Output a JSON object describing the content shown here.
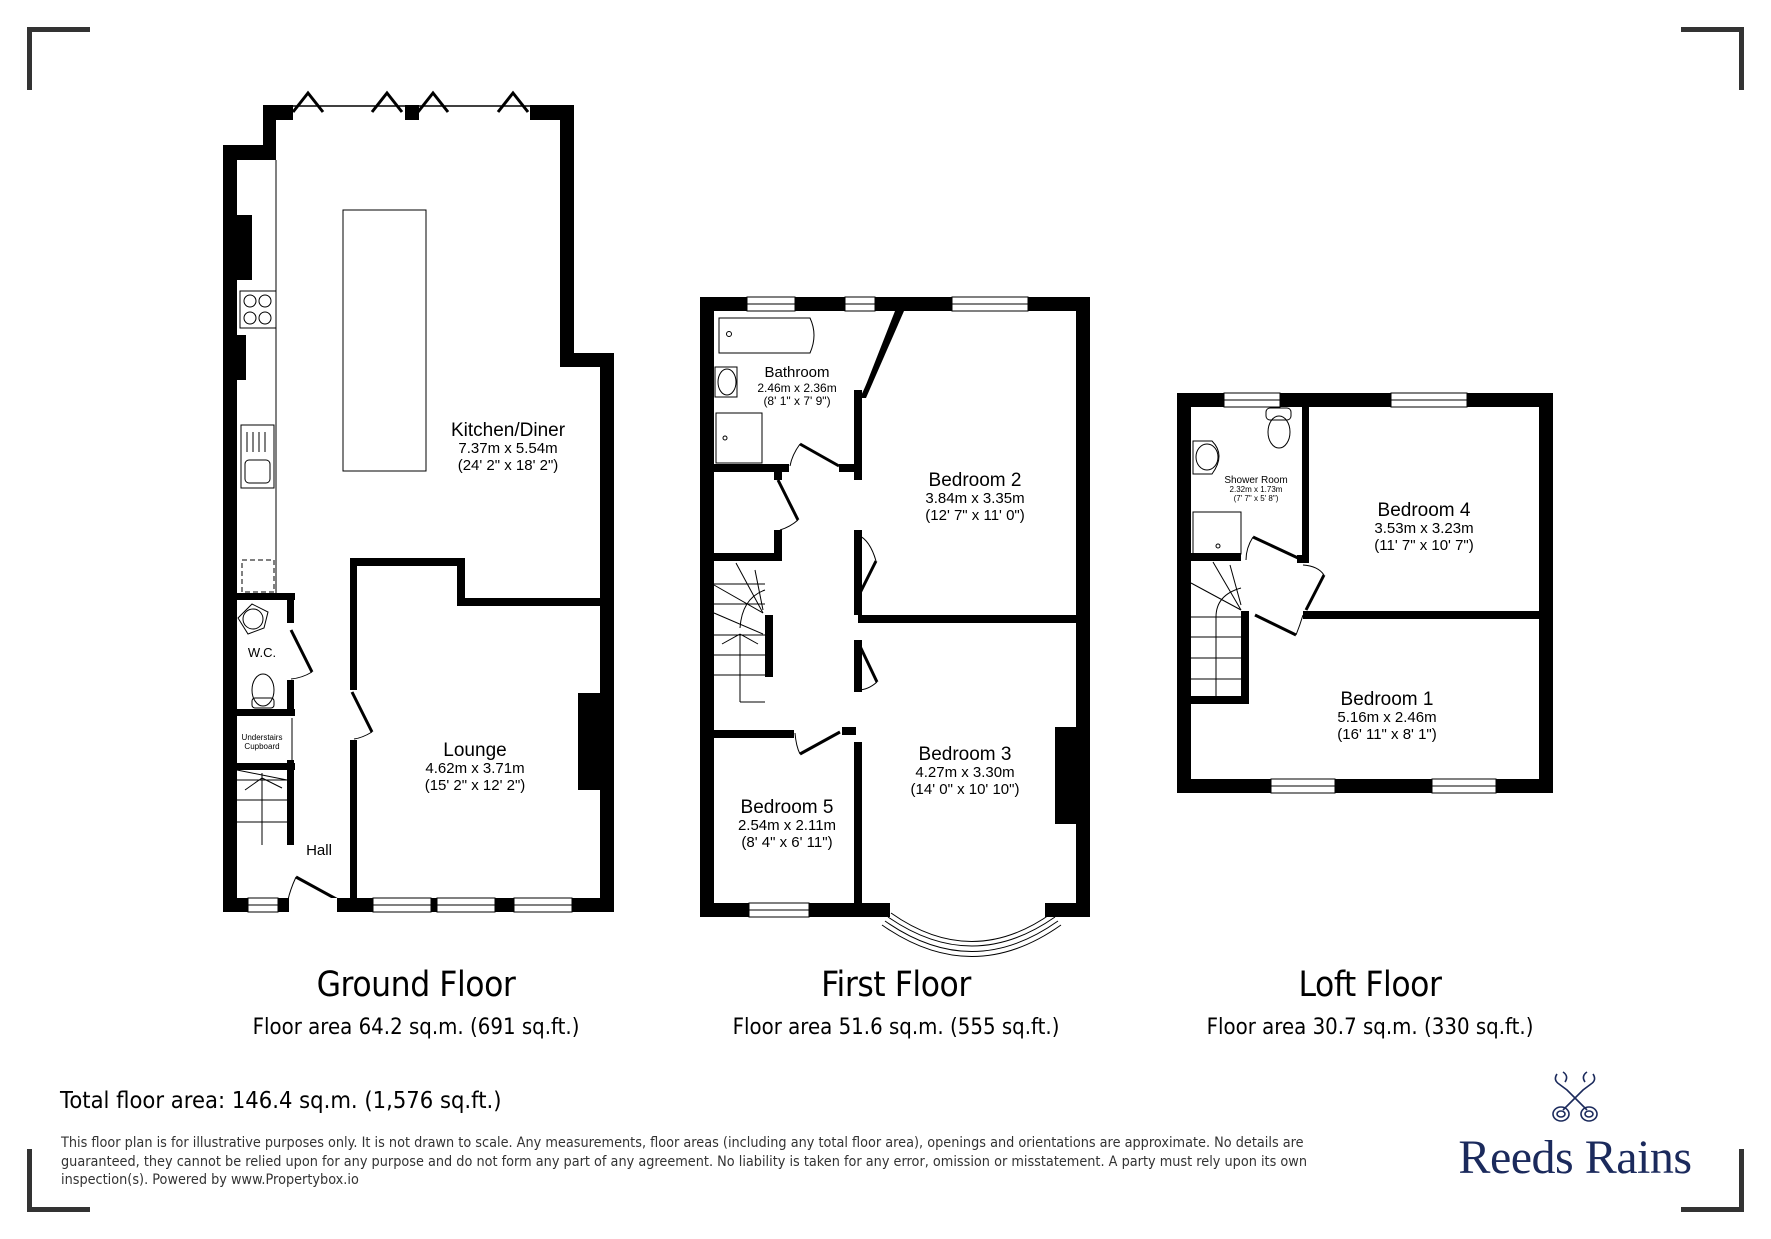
{
  "floors": [
    {
      "title": "Ground Floor",
      "area": "Floor area 64.2 sq.m. (691 sq.ft.)",
      "rooms": [
        {
          "name": "Kitchen/Diner",
          "metric": "7.37m x 5.54m",
          "imperial": "(24' 2\" x 18' 2\")"
        },
        {
          "name": "Lounge",
          "metric": "4.62m x 3.71m",
          "imperial": "(15' 2\" x 12' 2\")"
        },
        {
          "name": "W.C."
        },
        {
          "name": "Understairs Cupboard",
          "line1": "Understairs",
          "line2": "Cupboard"
        },
        {
          "name": "Hall"
        }
      ]
    },
    {
      "title": "First Floor",
      "area": "Floor area 51.6 sq.m. (555 sq.ft.)",
      "rooms": [
        {
          "name": "Bathroom",
          "metric": "2.46m x 2.36m",
          "imperial": "(8' 1\" x 7' 9\")"
        },
        {
          "name": "Bedroom 2",
          "metric": "3.84m x 3.35m",
          "imperial": "(12' 7\" x 11' 0\")"
        },
        {
          "name": "Bedroom 3",
          "metric": "4.27m x 3.30m",
          "imperial": "(14' 0\" x 10' 10\")"
        },
        {
          "name": "Bedroom 5",
          "metric": "2.54m x 2.11m",
          "imperial": "(8' 4\" x 6' 11\")"
        }
      ]
    },
    {
      "title": "Loft Floor",
      "area": "Floor area 30.7 sq.m. (330 sq.ft.)",
      "rooms": [
        {
          "name": "Shower Room",
          "metric": "2.32m x 1.73m",
          "imperial": "(7' 7\" x 5' 8\")"
        },
        {
          "name": "Bedroom 4",
          "metric": "3.53m x 3.23m",
          "imperial": "(11' 7\" x 10' 7\")"
        },
        {
          "name": "Bedroom 1",
          "metric": "5.16m x 2.46m",
          "imperial": "(16' 11\" x 8' 1\")"
        }
      ]
    }
  ],
  "total_area": "Total floor area: 146.4 sq.m. (1,576 sq.ft.)",
  "disclaimer": "This floor plan is for illustrative purposes only. It is not drawn to scale. Any measurements, floor areas (including any total floor area), openings and orientations are approximate. No details are guaranteed, they cannot be relied upon for any purpose and do not form any part of any agreement. No liability is taken for any error, omission or misstatement. A party must rely upon its own inspection(s). Powered by www.Propertybox.io",
  "logo": {
    "brand": "Reeds Rains",
    "icon": "crossed-keys-icon",
    "color": "#1b2a5c"
  },
  "colors": {
    "wall": "#000000",
    "frame": "#333333",
    "background": "#ffffff"
  }
}
